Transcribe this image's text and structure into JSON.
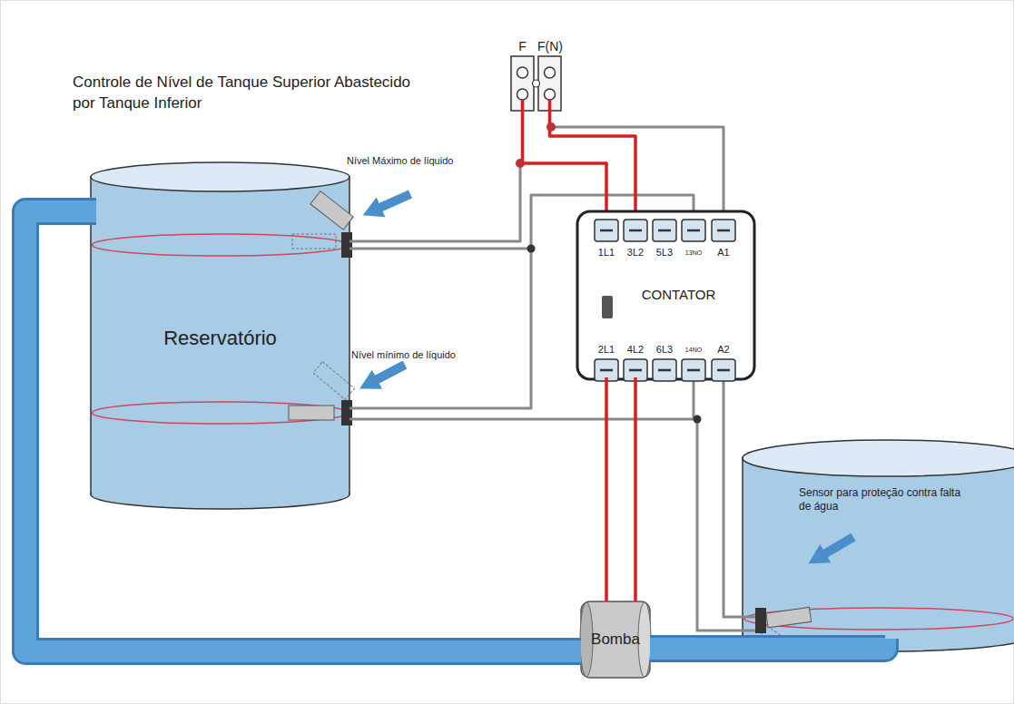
{
  "diagram": {
    "title": "Controle de Nível de Tanque Superior Abastecido por Tanque Inferior",
    "nodes": [
      {
        "text": [
          "Reservatório"
        ]
      },
      {
        "text": [
          "CONTATOR"
        ]
      },
      {
        "text": [
          "Sensor para proteção contra falta de água"
        ]
      },
      {
        "text": [
          "Bomba"
        ]
      }
    ],
    "edges": [
      {
        "from": 0,
        "to": 3,
        "arrow": "none"
      },
      {
        "from": 3,
        "to": 2,
        "arrow": "none"
      },
      {
        "from": 1,
        "to": 3,
        "arrow": "none"
      },
      {
        "from": 1,
        "to": 3,
        "arrow": "none"
      }
    ],
    "labels": [
      "F",
      "F(N)",
      "Nível Máximo de líquido",
      "Nível mínimo de líquido",
      "1L1",
      "3L2",
      "5L3",
      "13NO",
      "A1",
      "2L1",
      "4L2",
      "6L3",
      "14NO",
      "A2"
    ]
  }
}
